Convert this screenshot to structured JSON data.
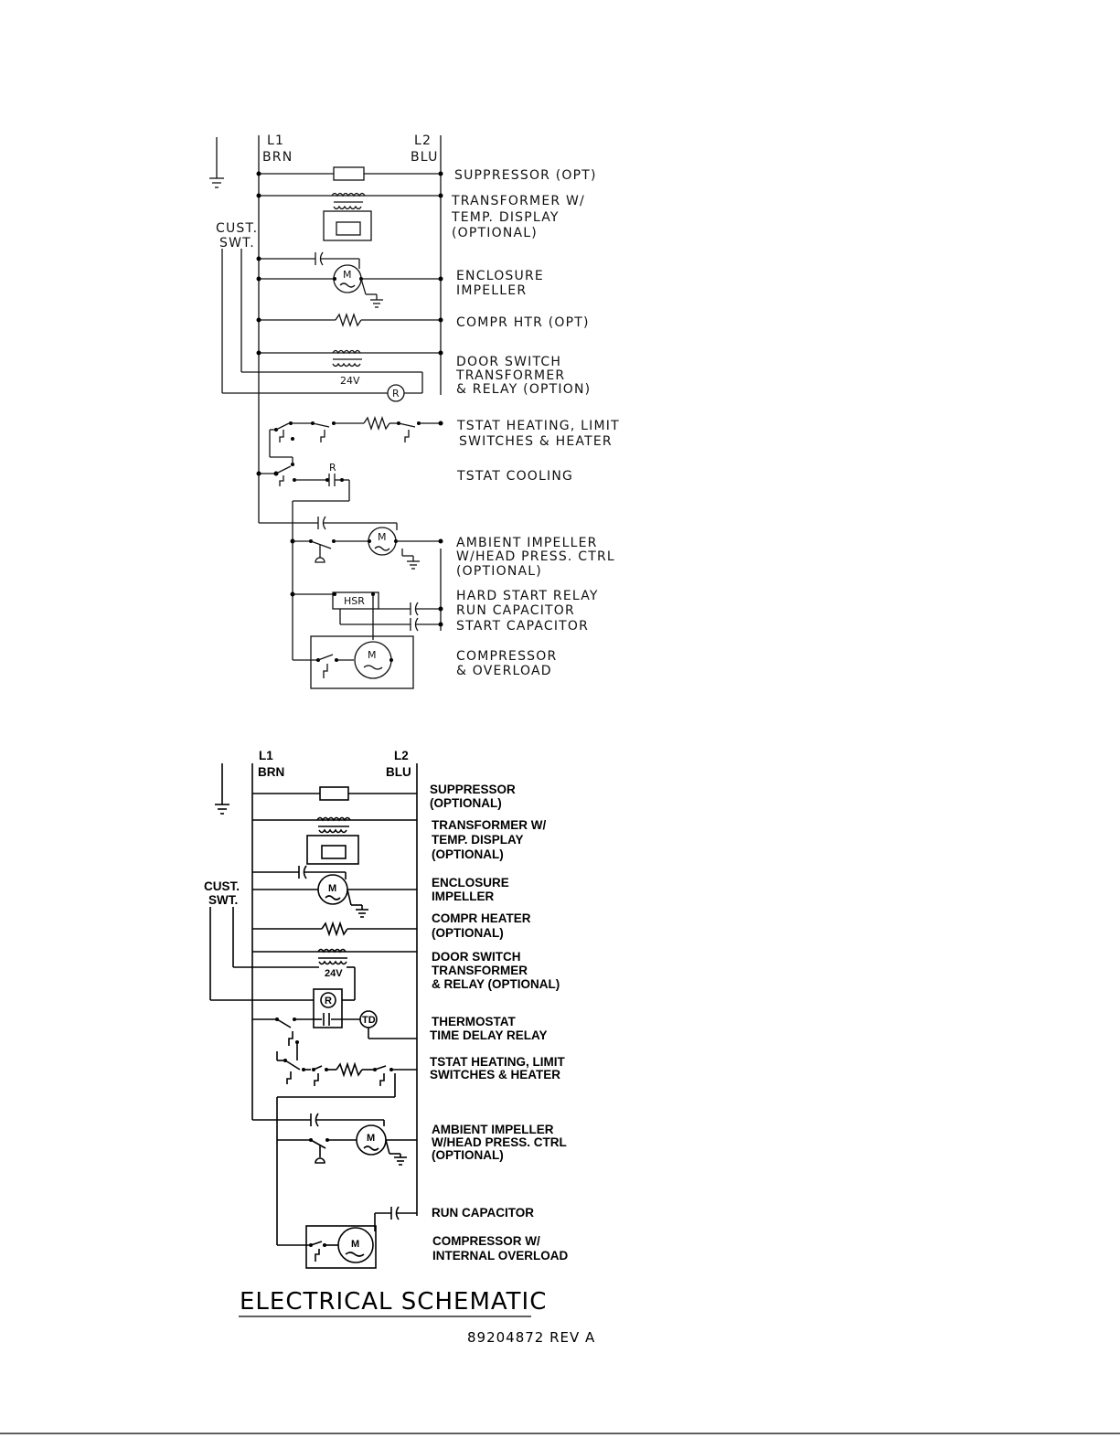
{
  "diagram_top": {
    "l1_label": "L1",
    "l1_color": "BRN",
    "l2_label": "L2",
    "l2_color": "BLU",
    "cust_switch_line1": "CUST.",
    "cust_switch_line2": "SWT.",
    "relay_r": "R",
    "transformer_voltage": "24V",
    "hsr_label": "HSR",
    "motor_label": "M",
    "contact_r": "R",
    "labels": {
      "suppressor": "SUPPRESSOR (OPT)",
      "transformer_1": "TRANSFORMER W/",
      "transformer_2": "TEMP. DISPLAY",
      "transformer_3": "(OPTIONAL)",
      "enclosure_1": "ENCLOSURE",
      "enclosure_2": "IMPELLER",
      "compr_htr": "COMPR HTR (OPT)",
      "door_1": "DOOR SWITCH",
      "door_2": "TRANSFORMER",
      "door_3": "& RELAY (OPTION)",
      "tstat_heat_1": "TSTAT HEATING, LIMIT",
      "tstat_heat_2": "SWITCHES & HEATER",
      "tstat_cool": "TSTAT COOLING",
      "ambient_1": "AMBIENT IMPELLER",
      "ambient_2": "W/HEAD PRESS. CTRL",
      "ambient_3": "(OPTIONAL)",
      "hsr": "HARD START RELAY",
      "run_cap": "RUN CAPACITOR",
      "start_cap": "START CAPACITOR",
      "compressor_1": "COMPRESSOR",
      "compressor_2": "& OVERLOAD"
    }
  },
  "diagram_bottom": {
    "l1_label": "L1",
    "l1_color": "BRN",
    "l2_label": "L2",
    "l2_color": "BLU",
    "cust_switch_line1": "CUST.",
    "cust_switch_line2": "SWT.",
    "relay_r": "R",
    "td_label": "TD",
    "transformer_voltage": "24V",
    "motor_label": "M",
    "labels": {
      "suppressor_1": "SUPPRESSOR",
      "suppressor_2": "(OPTIONAL)",
      "transformer_1": "TRANSFORMER W/",
      "transformer_2": "TEMP. DISPLAY",
      "transformer_3": "(OPTIONAL)",
      "enclosure_1": "ENCLOSURE",
      "enclosure_2": "IMPELLER",
      "compr_1": "COMPR HEATER",
      "compr_2": "(OPTIONAL)",
      "door_1": "DOOR SWITCH",
      "door_2": "TRANSFORMER",
      "door_3": "& RELAY (OPTIONAL)",
      "thermostat_1": "THERMOSTAT",
      "thermostat_2": "TIME DELAY RELAY",
      "tstat_heat_1": "TSTAT HEATING, LIMIT",
      "tstat_heat_2": "SWITCHES & HEATER",
      "ambient_1": "AMBIENT IMPELLER",
      "ambient_2": "W/HEAD PRESS. CTRL",
      "ambient_3": "(OPTIONAL)",
      "run_cap": "RUN CAPACITOR",
      "compressor_1": "COMPRESSOR W/",
      "compressor_2": "INTERNAL OVERLOAD"
    }
  },
  "footer": {
    "title": "ELECTRICAL SCHEMATIC",
    "doc_number": "89204872 REV A"
  }
}
